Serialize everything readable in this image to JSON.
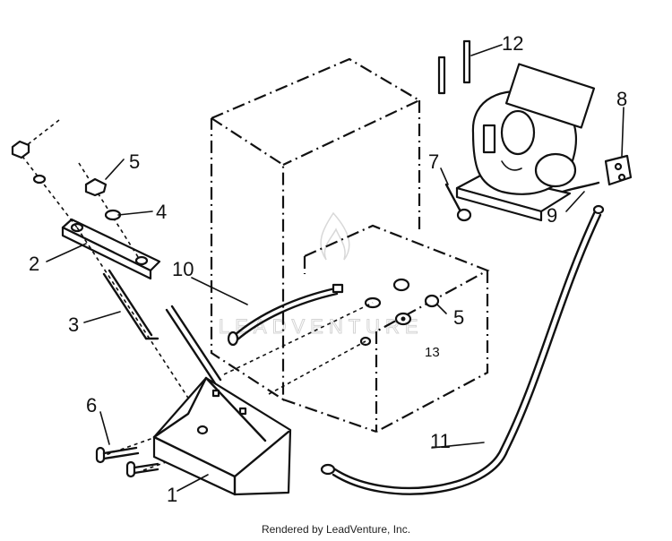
{
  "diagram": {
    "callouts": [
      "1",
      "2",
      "3",
      "4",
      "5",
      "5",
      "6",
      "7",
      "8",
      "9",
      "10",
      "11",
      "12",
      "13"
    ],
    "watermark": "LEADVENTURE"
  },
  "footer": {
    "text": "Rendered by LeadVenture, Inc."
  }
}
